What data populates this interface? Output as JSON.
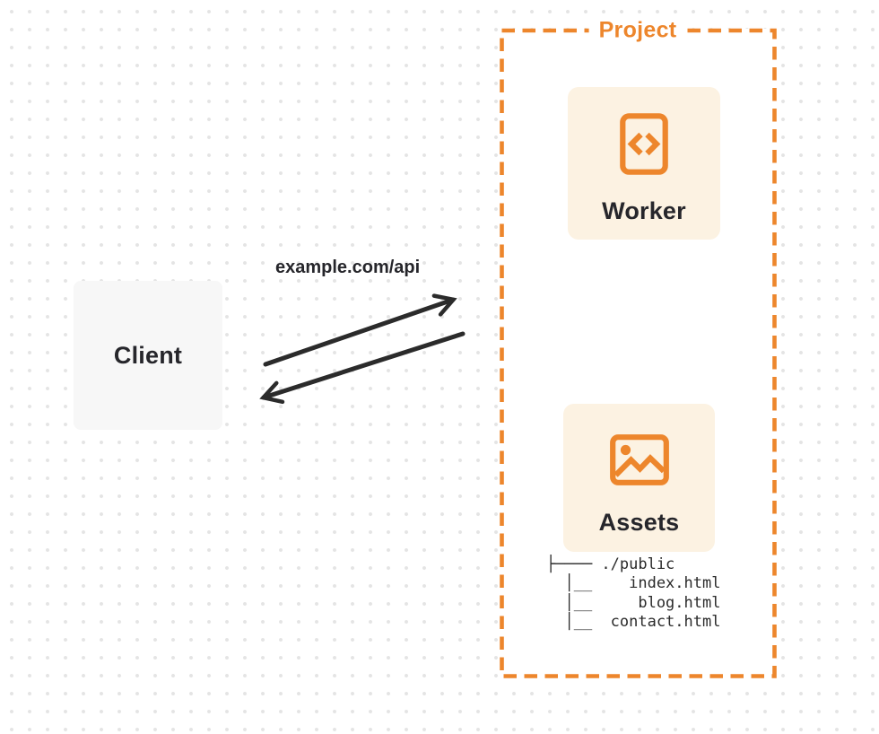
{
  "diagram": {
    "client": {
      "label": "Client"
    },
    "request": {
      "label": "example.com/api"
    },
    "project": {
      "label": "Project",
      "worker": {
        "label": "Worker",
        "icon": "code-file-icon"
      },
      "assets": {
        "label": "Assets",
        "icon": "image-icon"
      },
      "file_tree": {
        "root": "./public",
        "files": [
          "index.html",
          "blog.html",
          "contact.html"
        ],
        "lines": [
          "├──── ./public",
          "  │__    index.html",
          "  │__     blog.html",
          "  │__  contact.html"
        ]
      }
    },
    "colors": {
      "accent_orange": "#ed862c",
      "card_background": "#fcf2e2",
      "client_background": "#f7f7f7",
      "ink": "#2b2b2b",
      "dot_grid": "#e4e4e4"
    }
  }
}
